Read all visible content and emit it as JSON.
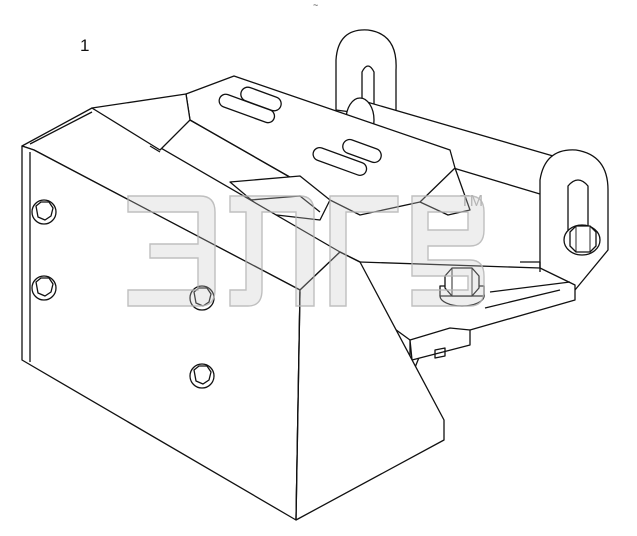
{
  "callout": {
    "number": "1"
  },
  "top_mark": "~",
  "watermark": {
    "text": "элгэ",
    "trademark": "TM"
  }
}
